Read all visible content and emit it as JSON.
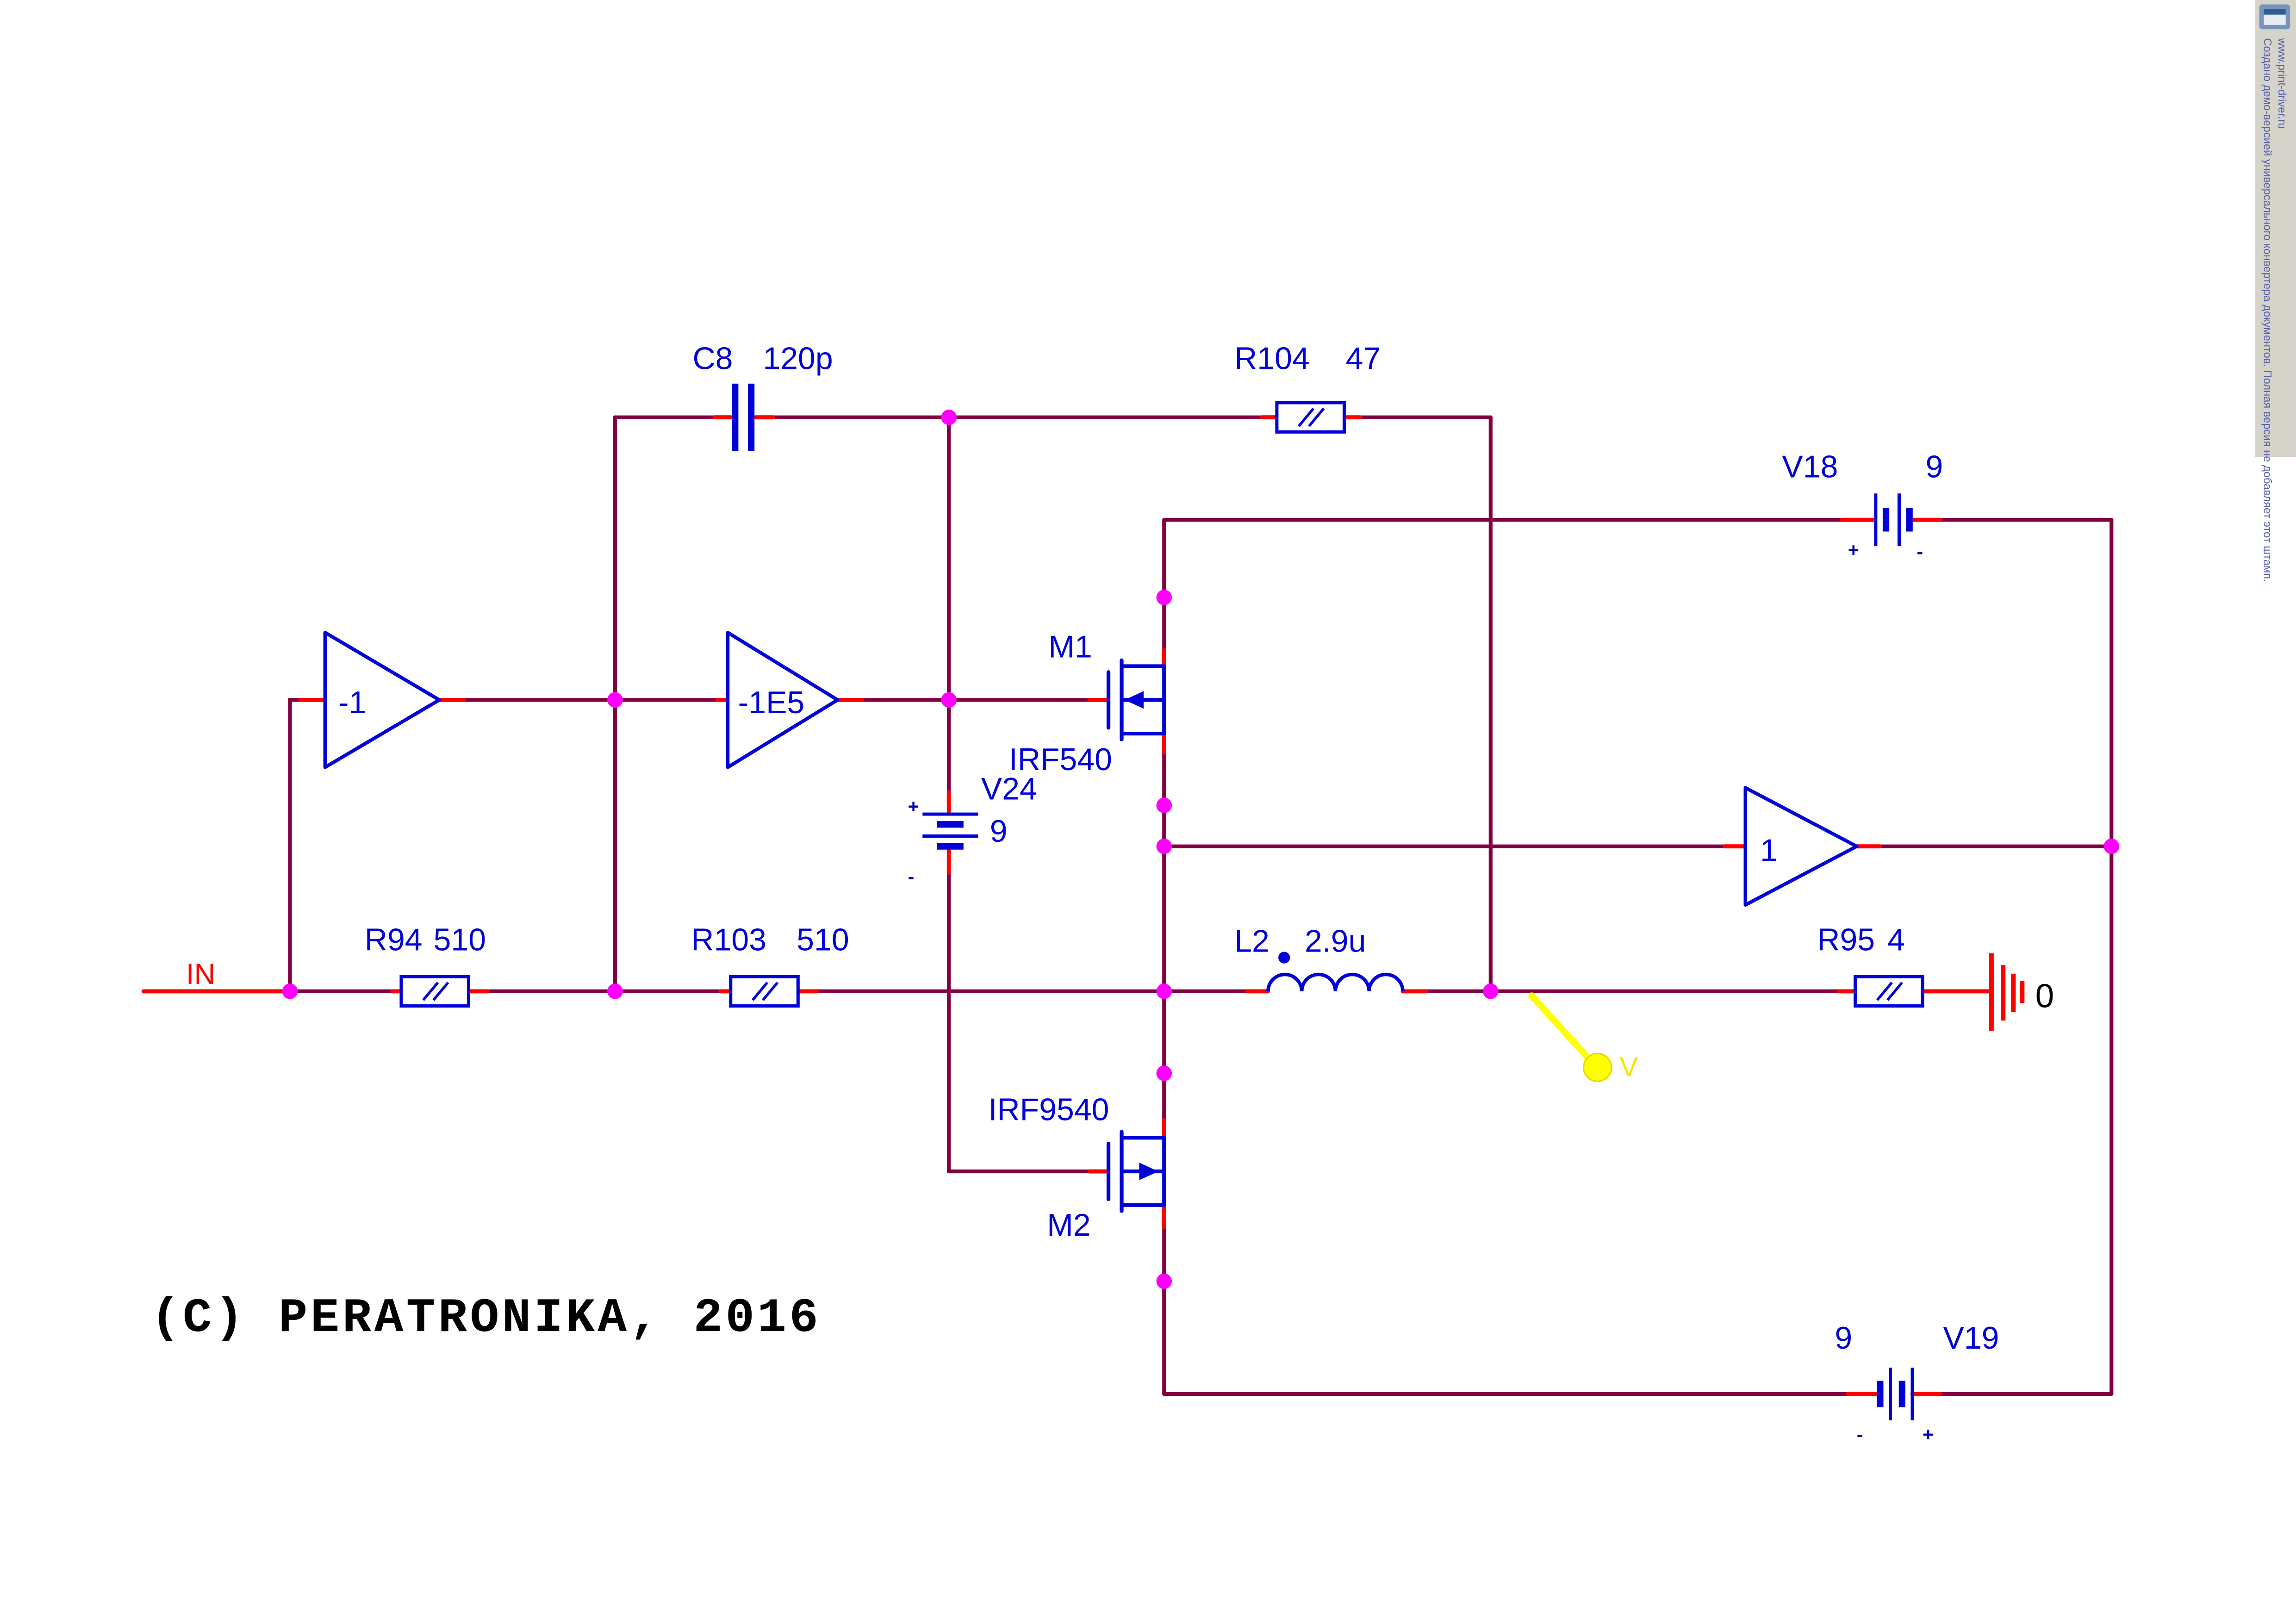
{
  "copyright": "(C)  PERATRONIKA, 2016",
  "stamp": {
    "line1": "Создано демо-версией универсального конвертера документов. Полная версия не добавляет этот штамп.",
    "line2": "www.print-driver.ru"
  },
  "net": {
    "input_label": "IN",
    "ground_label": "0",
    "probe_label": "V"
  },
  "components": {
    "c8": {
      "name": "C8",
      "value": "120p"
    },
    "r94": {
      "name": "R94",
      "value": "510"
    },
    "r103": {
      "name": "R103",
      "value": "510"
    },
    "r104": {
      "name": "R104",
      "value": "47"
    },
    "r95": {
      "name": "R95",
      "value": "4"
    },
    "l2": {
      "name": "L2",
      "value": "2.9u"
    },
    "v18": {
      "name": "V18",
      "value": "9",
      "plus": "+",
      "minus": "-"
    },
    "v19": {
      "name": "V19",
      "value": "9",
      "plus": "+",
      "minus": "-"
    },
    "v24": {
      "name": "V24",
      "value": "9",
      "plus": "+",
      "minus": "-"
    },
    "m1": {
      "name": "M1",
      "model": "IRF540"
    },
    "m2": {
      "name": "M2",
      "model": "IRF9540"
    },
    "amp_inverter": {
      "gain": "-1"
    },
    "amp_error": {
      "gain": "-1E5"
    },
    "amp_buffer": {
      "gain": "1"
    }
  },
  "colors": {
    "wire": "#800040",
    "terminal": "#ff0000",
    "component": "#0000d8",
    "junction": "#ff00ff",
    "probe": "#ffff00",
    "label": "#0000d8",
    "stamp_bg": "#d6d3cb"
  }
}
